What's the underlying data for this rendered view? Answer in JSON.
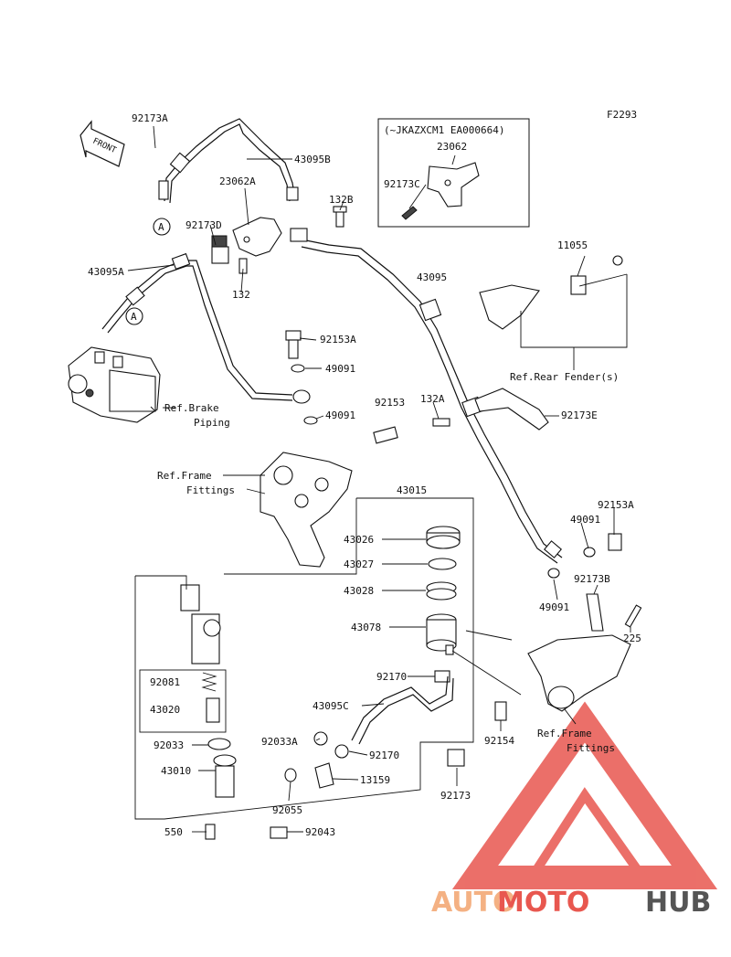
{
  "figure_code": "F2293",
  "front_label": "FRONT",
  "variant_note": "(~JKAZXCM1 EA000664)",
  "connector_letter": "A",
  "watermark": {
    "part1": "AUTO",
    "part2": "MOTO",
    "part3": "HUB",
    "color1": "#f4b183",
    "color2": "#e8574f",
    "color3": "#555555",
    "logo_color": "#e8574f"
  },
  "parts": {
    "p92173A": "92173A",
    "p43095B": "43095B",
    "p23062A": "23062A",
    "p132B": "132B",
    "p92173D": "92173D",
    "p132": "132",
    "p43095A": "43095A",
    "p43095": "43095",
    "p23062": "23062",
    "p92173C": "92173C",
    "p11055": "11055",
    "p92153A_1": "92153A",
    "p49091_1": "49091",
    "p49091_2": "49091",
    "p92153": "92153",
    "p132A": "132A",
    "p92173E": "92173E",
    "p43015": "43015",
    "p43026": "43026",
    "p43027": "43027",
    "p43028": "43028",
    "p43078": "43078",
    "p92153A_2": "92153A",
    "p49091_3": "49091",
    "p92173B": "92173B",
    "p49091_4": "49091",
    "p225": "225",
    "p92081": "92081",
    "p43020": "43020",
    "p92033": "92033",
    "p43010": "43010",
    "p550": "550",
    "p92170_1": "92170",
    "p43095C": "43095C",
    "p92033A": "92033A",
    "p92170_2": "92170",
    "p13159": "13159",
    "p92055": "92055",
    "p92043": "92043",
    "p92154": "92154",
    "p92173": "92173"
  },
  "references": {
    "brake_piping_1": "Ref.Brake",
    "brake_piping_2": "Piping",
    "rear_fender": "Ref.Rear Fender(s)",
    "frame_fittings_a1": "Ref.Frame",
    "frame_fittings_a2": "Fittings",
    "frame_fittings_b1": "Ref.Frame",
    "frame_fittings_b2": "Fittings"
  }
}
